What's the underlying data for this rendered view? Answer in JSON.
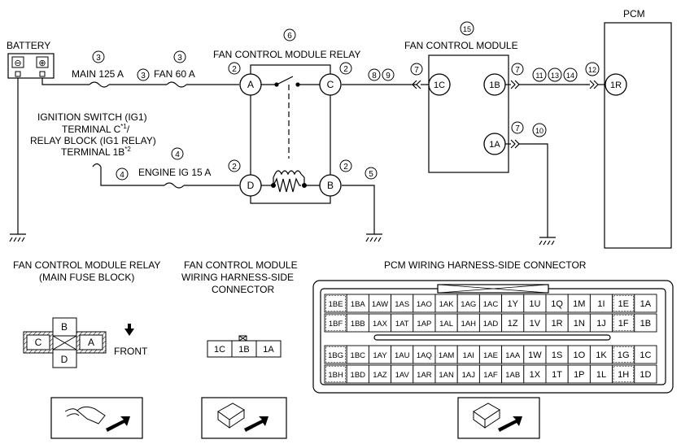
{
  "labels": {
    "battery": "BATTERY",
    "battery_neg": "⊖",
    "battery_pos": "⊕",
    "main_fuse": "MAIN 125 A",
    "fan_fuse": "FAN 60 A",
    "relay_title": "FAN CONTROL MODULE RELAY",
    "module_title": "FAN CONTROL MODULE",
    "pcm": "PCM",
    "ign_line1": "IGNITION SWITCH (IG1)",
    "ign_line2": "TERMINAL C",
    "ign_sup2": "*1",
    "ign_slash": "/",
    "ign_line3": "RELAY BLOCK (IG1 RELAY)",
    "ign_line4": "TERMINAL 1B",
    "ign_sup4": "*2",
    "engine_fuse": "ENGINE IG 15 A",
    "front": "FRONT",
    "relay_conn_title1": "FAN CONTROL MODULE RELAY",
    "relay_conn_title2": "(MAIN FUSE BLOCK)",
    "module_conn_title1": "FAN CONTROL MODULE",
    "module_conn_title2": "WIRING HARNESS-SIDE",
    "module_conn_title3": "CONNECTOR",
    "pcm_conn_title": "PCM WIRING HARNESS-SIDE CONNECTOR"
  },
  "terminals": {
    "relay_a": "A",
    "relay_c": "C",
    "relay_d": "D",
    "relay_b": "B",
    "module_1c": "1C",
    "module_1b": "1B",
    "module_1a": "1A",
    "pcm_1r": "1R"
  },
  "callouts": {
    "c3_main_above": "3",
    "c3_fan_above": "3",
    "c3_between": "3",
    "c6": "6",
    "c15": "15",
    "c2_a": "2",
    "c2_c": "2",
    "c2_d": "2",
    "c2_b": "2",
    "c8": "8",
    "c9": "9",
    "c7_1c": "7",
    "c7_1b": "7",
    "c7_1a": "7",
    "c11": "11",
    "c13": "13",
    "c14": "14",
    "c12": "12",
    "c10": "10",
    "c4_upper": "4",
    "c4_lower": "4",
    "c5": "5"
  },
  "relay_connector": {
    "b": "B",
    "c": "C",
    "a": "A",
    "d": "D"
  },
  "module_connector": {
    "pins": [
      "1C",
      "1B",
      "1A"
    ]
  },
  "pcm_connector": {
    "row1": [
      "1BE",
      "1BA",
      "1AW",
      "1AS",
      "1AO",
      "1AK",
      "1AG",
      "1AC",
      "1Y",
      "1U",
      "1Q",
      "1M",
      "1I",
      "1E",
      "1A"
    ],
    "row2": [
      "1BF",
      "1BB",
      "1AX",
      "1AT",
      "1AP",
      "1AL",
      "1AH",
      "1AD",
      "1Z",
      "1V",
      "1R",
      "1N",
      "1J",
      "1F",
      "1B"
    ],
    "row3": [
      "1BG",
      "1BC",
      "1AY",
      "1AU",
      "1AQ",
      "1AM",
      "1AI",
      "1AE",
      "1AA",
      "1W",
      "1S",
      "1O",
      "1K",
      "1G",
      "1C"
    ],
    "row4": [
      "1BH",
      "1BD",
      "1AZ",
      "1AV",
      "1AR",
      "1AN",
      "1AJ",
      "1AF",
      "1AB",
      "1X",
      "1T",
      "1P",
      "1L",
      "1H",
      "1D"
    ]
  }
}
